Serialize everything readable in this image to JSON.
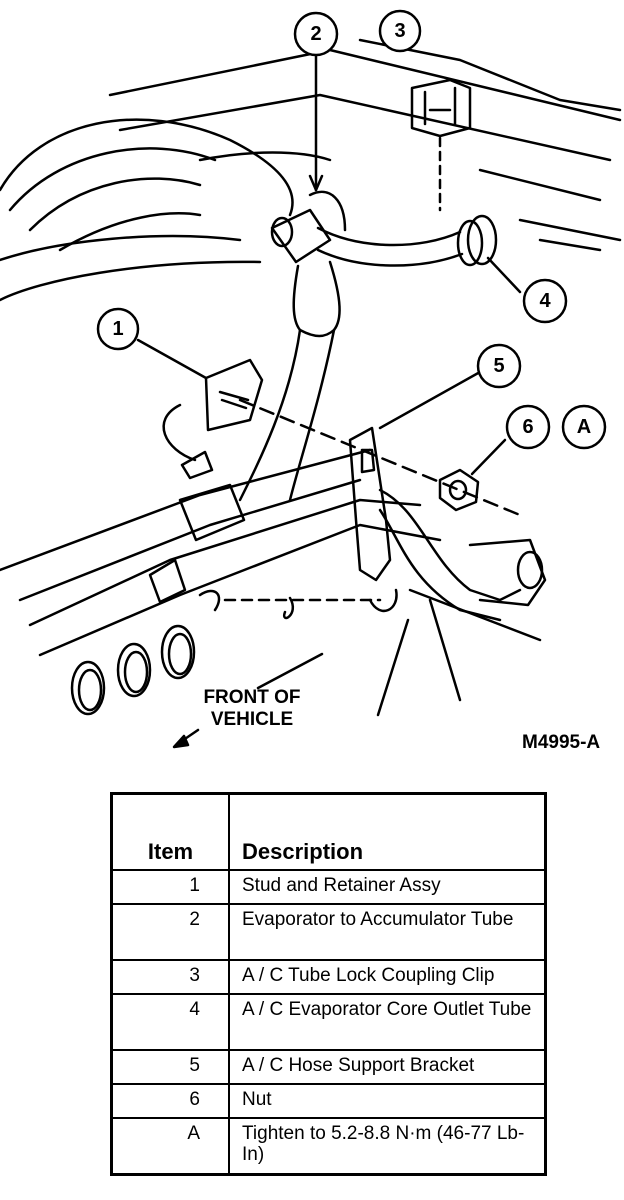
{
  "figure_id": "M4995-A",
  "front_label": [
    "FRONT OF",
    "VEHICLE"
  ],
  "callouts": [
    "1",
    "2",
    "3",
    "4",
    "5",
    "6",
    "A"
  ],
  "table": {
    "headers": {
      "item": "Item",
      "description": "Description"
    },
    "rows": [
      {
        "item": "1",
        "description": "Stud and Retainer Assy"
      },
      {
        "item": "2",
        "description": "Evaporator to Accumulator Tube"
      },
      {
        "item": "3",
        "description": "A / C Tube Lock Coupling Clip"
      },
      {
        "item": "4",
        "description": "A / C Evaporator Core Outlet Tube"
      },
      {
        "item": "5",
        "description": "A / C Hose Support Bracket"
      },
      {
        "item": "6",
        "description": "Nut"
      },
      {
        "item": "A",
        "description": "Tighten to 5.2-8.8 N·m (46-77 Lb-In)"
      }
    ]
  }
}
